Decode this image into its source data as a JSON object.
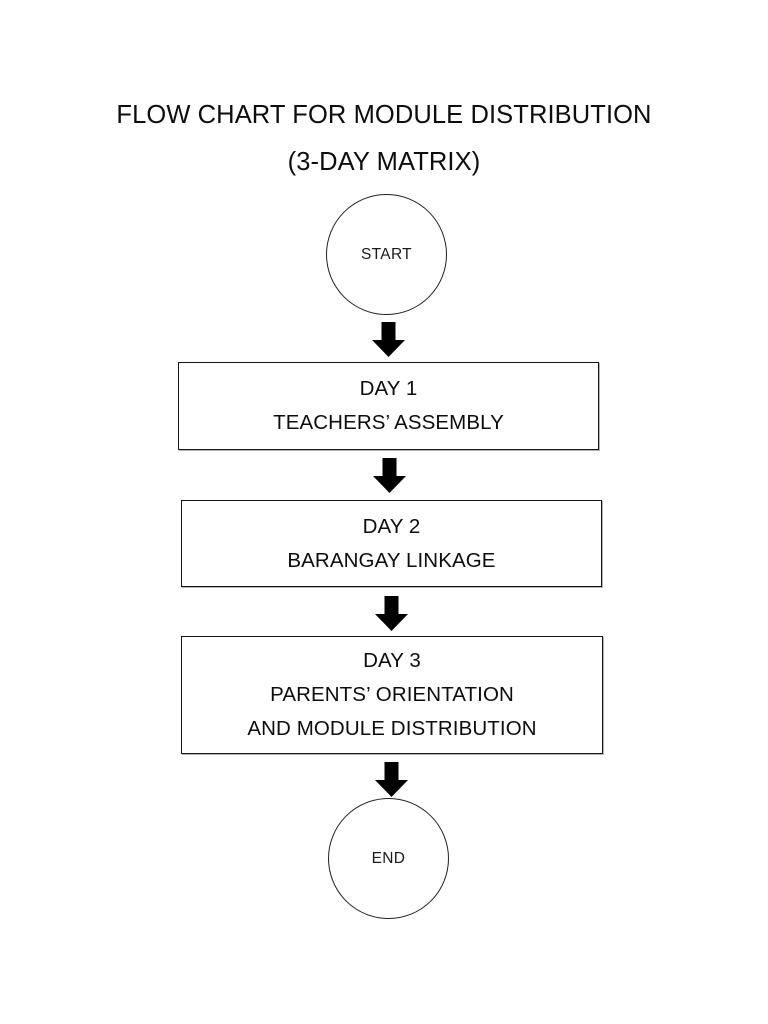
{
  "document": {
    "title_line_1": "FLOW CHART FOR MODULE DISTRIBUTION",
    "title_line_2": "(3-DAY MATRIX)"
  },
  "flowchart": {
    "start_node": {
      "label": "START",
      "shape": "circle"
    },
    "end_node": {
      "label": "END",
      "shape": "circle"
    },
    "steps": [
      {
        "id": "day1",
        "line_1": "DAY 1",
        "line_2": "TEACHERS’ ASSEMBLY"
      },
      {
        "id": "day2",
        "line_1": "DAY 2",
        "line_2": "BARANGAY LINKAGE"
      },
      {
        "id": "day3",
        "line_1": "DAY 3",
        "line_2": "PARENTS’ ORIENTATION",
        "line_3": "AND MODULE DISTRIBUTION"
      }
    ],
    "connectors": [
      {
        "id": "start-day1",
        "icon": "down-block-arrow-icon"
      },
      {
        "id": "day1-day2",
        "icon": "down-block-arrow-icon"
      },
      {
        "id": "day2-day3",
        "icon": "down-block-arrow-icon"
      },
      {
        "id": "day3-end",
        "icon": "down-block-arrow-icon"
      }
    ]
  },
  "colors": {
    "page_background": "#ffffff",
    "text": "#0d0d0d",
    "shape_outline": "#151515",
    "arrow_fill": "#000000"
  }
}
